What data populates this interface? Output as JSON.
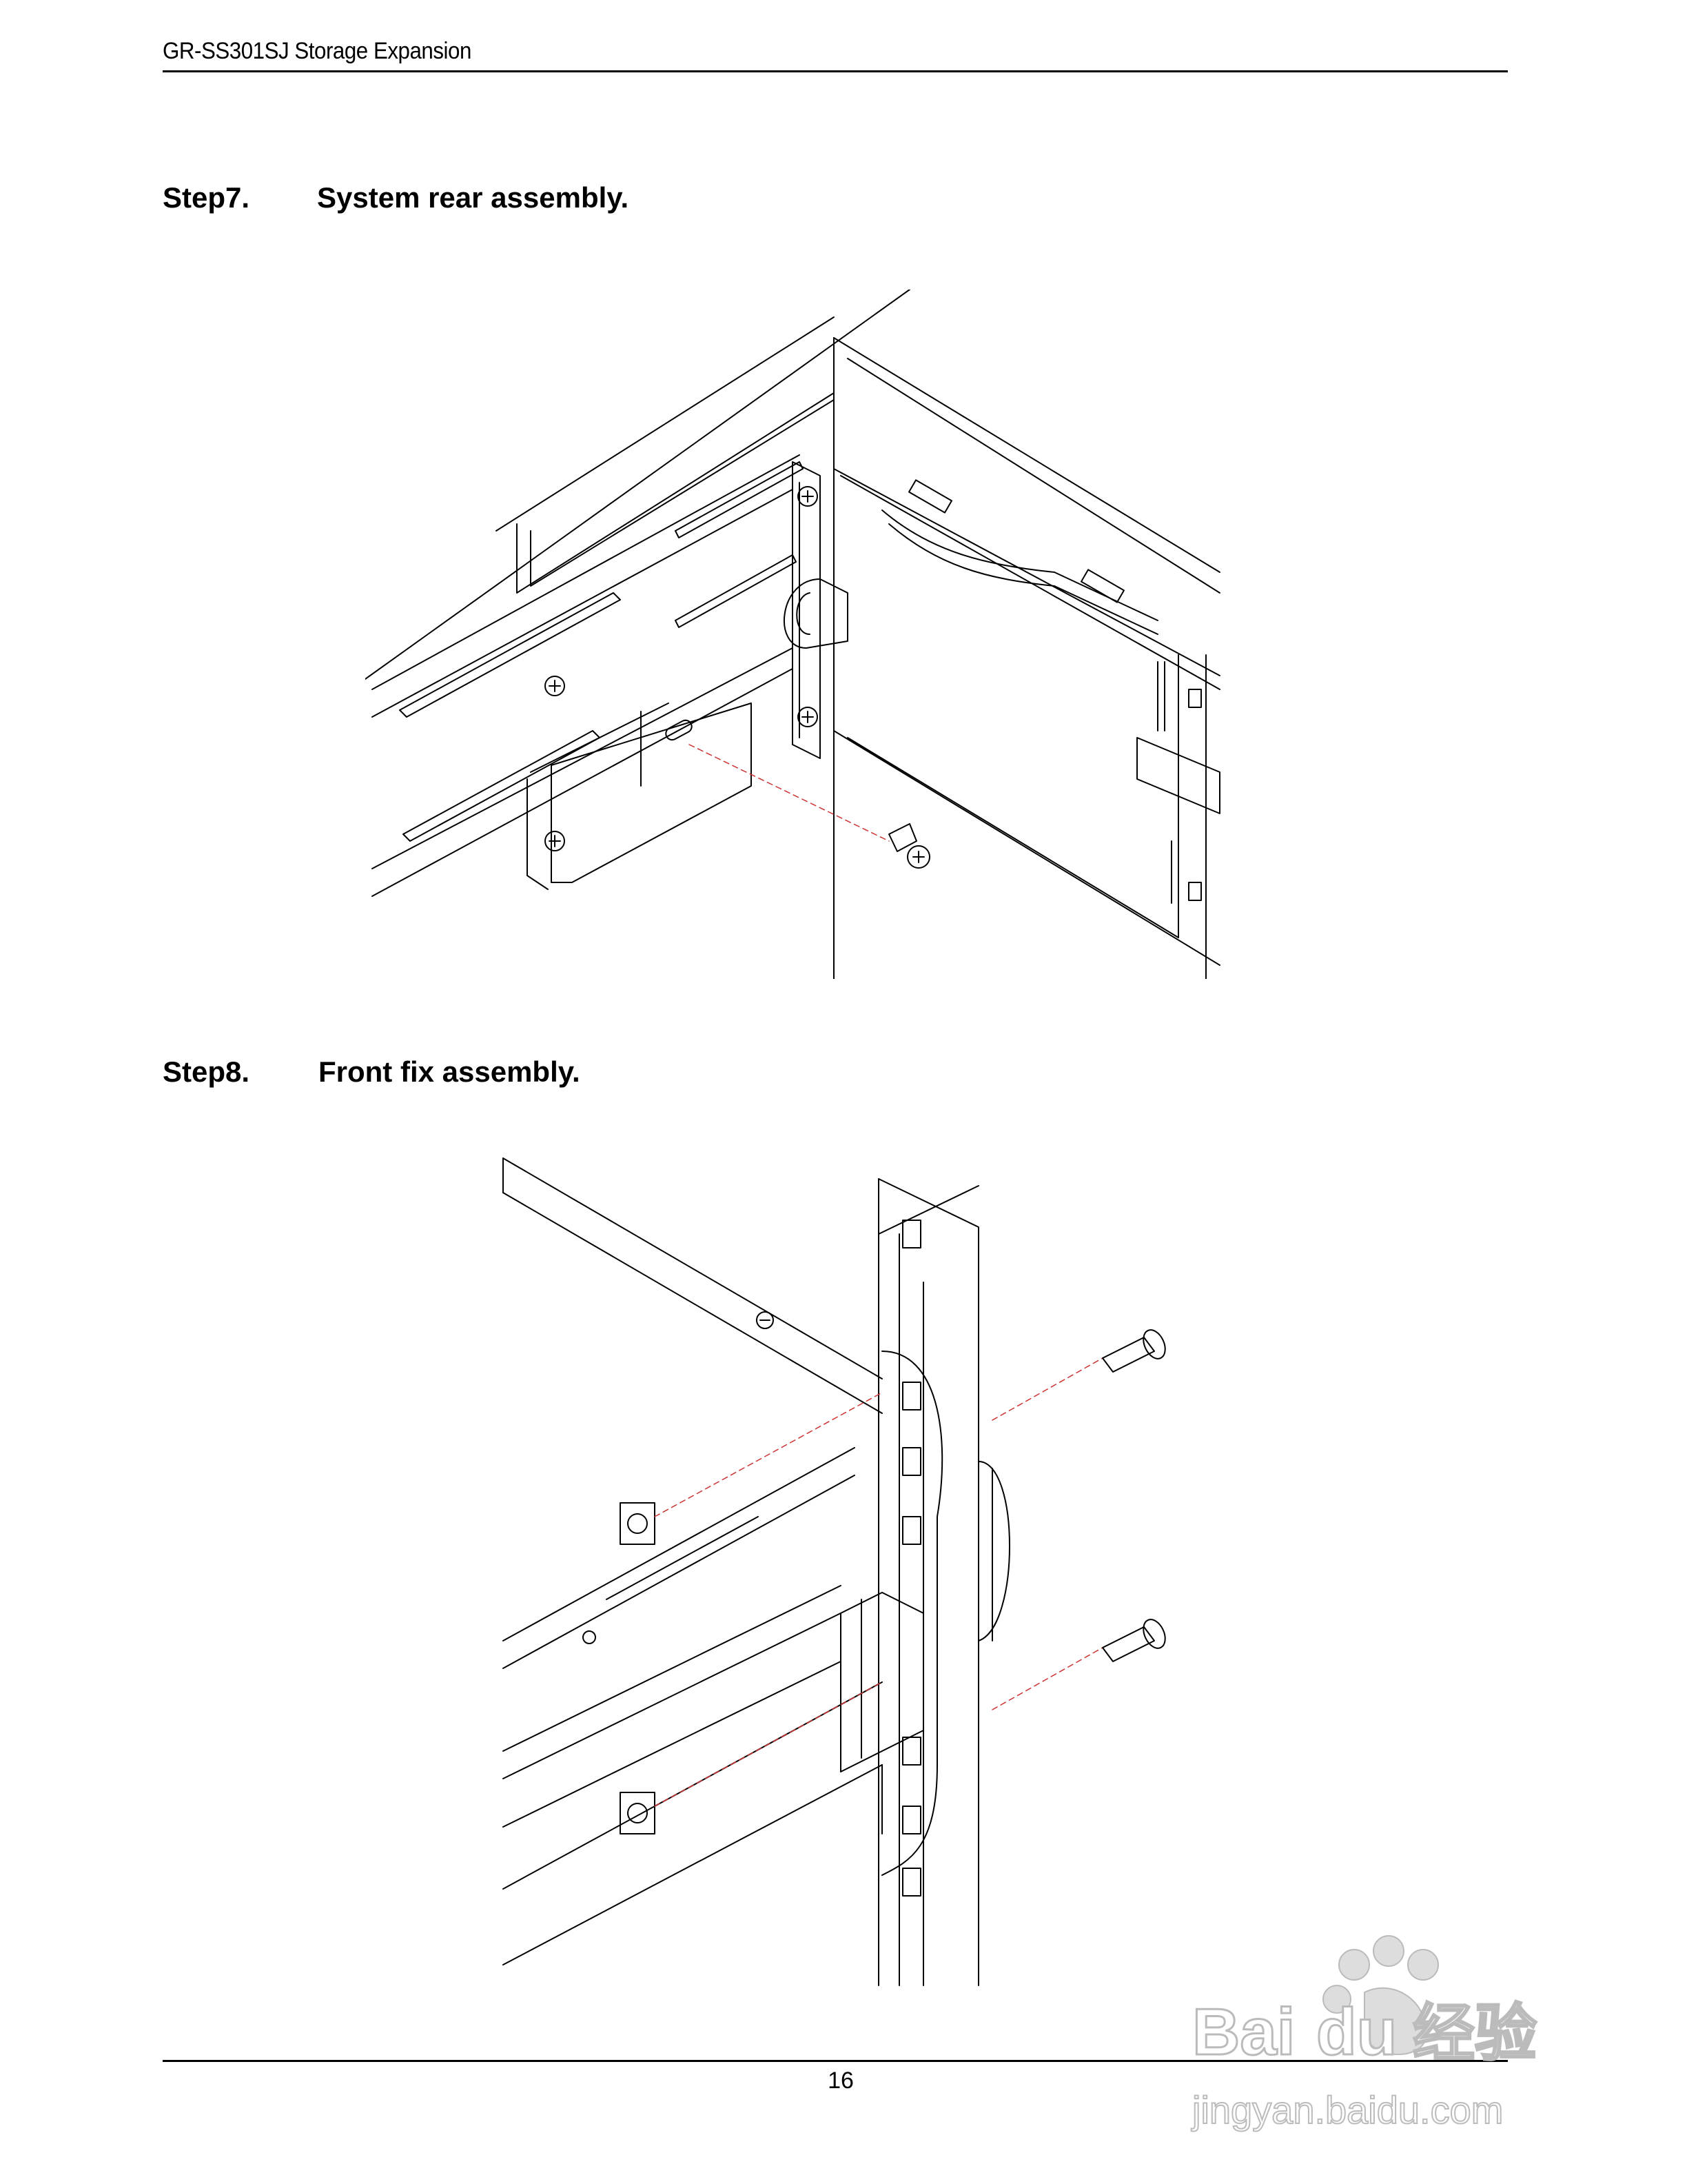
{
  "header": {
    "title": "GR-SS301SJ Storage Expansion"
  },
  "steps": [
    {
      "number": "Step7.",
      "title": "System rear assembly."
    },
    {
      "number": "Step8.",
      "title": "Front fix assembly."
    }
  ],
  "footer": {
    "page_number": "16"
  },
  "watermark": {
    "brand": "Baidu经验",
    "url": "jingyan.baidu.com"
  },
  "colors": {
    "ink": "#000000",
    "guide_line": "#cc3333",
    "watermark": "#cccccc"
  }
}
